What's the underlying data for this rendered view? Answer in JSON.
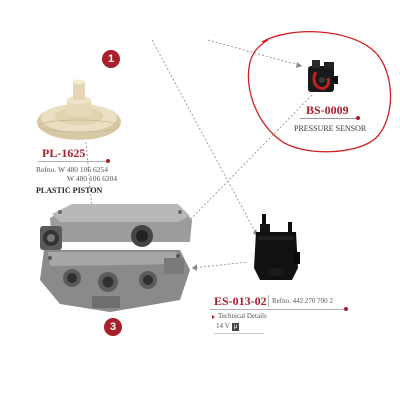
{
  "badges": {
    "one": "1",
    "three": "3"
  },
  "piston": {
    "code": "PL-1625",
    "refno_line1": "Refno. W 480 106 6254",
    "refno_line2": "W 480 106 6204",
    "caption": "PLASTIC PISTON"
  },
  "sensor": {
    "code": "BS-0009",
    "caption": "PRESSURE SENSOR"
  },
  "solenoid": {
    "code": "ES-013-02",
    "refno": "Refno. 442 270 700 2",
    "tech_details": "Technical Details",
    "voltage": "14 V",
    "voltage_badge": "µ"
  },
  "colors": {
    "accent": "#a8202a",
    "highlight_circle": "#d02020",
    "leader_line": "#8a8a8a"
  },
  "icons": {
    "piston": "plastic-piston-image",
    "sensor": "pressure-sensor-image",
    "valve": "valve-assembly-image",
    "solenoid": "solenoid-coil-image"
  }
}
